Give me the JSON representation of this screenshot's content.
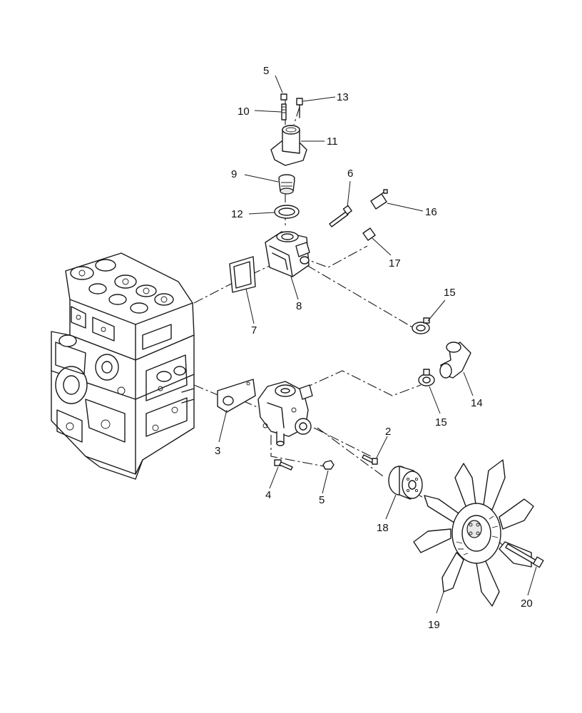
{
  "diagram": {
    "callouts": [
      {
        "id": "c5a",
        "label": "5"
      },
      {
        "id": "c10",
        "label": "10"
      },
      {
        "id": "c13",
        "label": "13"
      },
      {
        "id": "c11",
        "label": "11"
      },
      {
        "id": "c9",
        "label": "9"
      },
      {
        "id": "c6",
        "label": "6"
      },
      {
        "id": "c12",
        "label": "12"
      },
      {
        "id": "c16",
        "label": "16"
      },
      {
        "id": "c17",
        "label": "17"
      },
      {
        "id": "c8",
        "label": "8"
      },
      {
        "id": "c7",
        "label": "7"
      },
      {
        "id": "c15a",
        "label": "15"
      },
      {
        "id": "c14",
        "label": "14"
      },
      {
        "id": "c15b",
        "label": "15"
      },
      {
        "id": "c3",
        "label": "3"
      },
      {
        "id": "c2",
        "label": "2"
      },
      {
        "id": "c4",
        "label": "4"
      },
      {
        "id": "c5b",
        "label": "5"
      },
      {
        "id": "c18",
        "label": "18"
      },
      {
        "id": "c20",
        "label": "20"
      },
      {
        "id": "c19",
        "label": "19"
      }
    ]
  }
}
